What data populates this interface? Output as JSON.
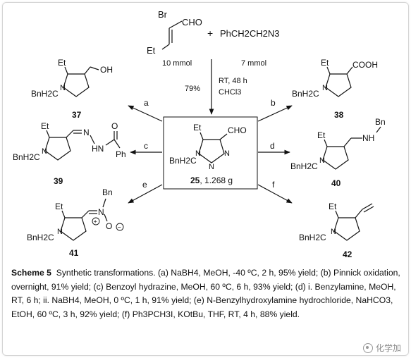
{
  "reagents": {
    "aldehyde_br": "Br",
    "aldehyde_cho": "CHO",
    "aldehyde_et": "Et",
    "plus": "+",
    "azide": "PhCH2CH2N3",
    "amount_left": "10 mmol",
    "amount_right": "7 mmol",
    "yield_main": "79%",
    "cond_rt": "RT, 48 h",
    "cond_solvent": "CHCl3"
  },
  "center": {
    "et": "Et",
    "cho": "CHO",
    "bnh2c": "BnH2C",
    "n1": "N",
    "n2": "N",
    "n3": "N",
    "label_num": "25",
    "label_mass": ", 1.268 g"
  },
  "arrows": {
    "a": "a",
    "b": "b",
    "c": "c",
    "d": "d",
    "e": "e",
    "f": "f"
  },
  "compounds": {
    "c37": {
      "number": "37",
      "et": "Et",
      "sub": "OH",
      "bnh2c": "BnH2C",
      "n": "N"
    },
    "c38": {
      "number": "38",
      "et": "Et",
      "sub": "COOH",
      "bnh2c": "BnH2C",
      "n": "N"
    },
    "c39": {
      "number": "39",
      "et": "Et",
      "n_hydrazone": "N",
      "hn": "HN",
      "o": "O",
      "ph": "Ph",
      "bnh2c": "BnH2C",
      "n": "N"
    },
    "c40": {
      "number": "40",
      "et": "Et",
      "nh": "NH",
      "bn": "Bn",
      "bnh2c": "BnH2C",
      "n": "N"
    },
    "c41": {
      "number": "41",
      "et": "Et",
      "nplus": "N",
      "bn": "Bn",
      "o": "O",
      "plus": "+",
      "minus": "−",
      "bnh2c": "BnH2C",
      "n": "N"
    },
    "c42": {
      "number": "42",
      "et": "Et",
      "bnh2c": "BnH2C",
      "n": "N"
    }
  },
  "caption": {
    "label": "Scheme 5",
    "text": "Synthetic transformations. (a) NaBH4, MeOH, -40 ºC, 2 h, 95% yield; (b) Pinnick oxidation, overnight, 91% yield; (c) Benzoyl hydrazine, MeOH, 60 ºC, 6 h, 93% yield; (d) i. Benzylamine, MeOH, RT, 6 h; ii. NaBH4, MeOH, 0 ºC, 1 h, 91% yield; (e) N-Benzylhydroxylamine hydrochloride, NaHCO3, EtOH, 60 ºC, 3 h, 92% yield; (f) Ph3PCH3I, KOtBu, THF, RT, 4 h, 88% yield."
  },
  "watermark": {
    "text": "化学加"
  }
}
